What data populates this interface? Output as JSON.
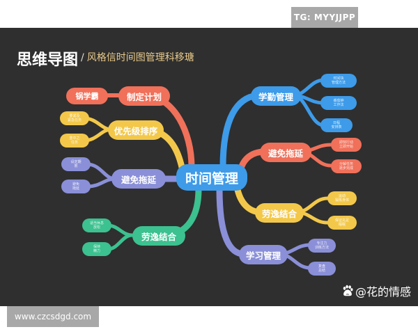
{
  "watermark_top": "TG: MYYJJPP",
  "watermark_bottom": "www.czcsdgd.com",
  "header": {
    "title": "思维导图",
    "separator": "/",
    "subtitle": "风格信时间图管理科移瑭"
  },
  "colors": {
    "background": "#2f2f2f",
    "blue": "#3d9be9",
    "red": "#f0705a",
    "yellow": "#f3c84a",
    "purple": "#8a8fd8",
    "green": "#3cc190",
    "subtitle": "#e8c98a"
  },
  "center": {
    "label": "时间管理",
    "color": "#3d9be9"
  },
  "branches": [
    {
      "id": "plan",
      "label": "制定计划",
      "color": "#f0705a",
      "leaves": [
        {
          "label": "锅学霸"
        }
      ]
    },
    {
      "id": "priority",
      "label": "优先级排序",
      "color": "#f3c84a",
      "leaves": [
        {
          "label": "要紧及",
          "sub": "紧急任务"
        },
        {
          "label": "重中之",
          "sub": "任务"
        }
      ]
    },
    {
      "id": "avoid-left",
      "label": "避免拖延",
      "color": "#8a8fd8",
      "leaves": [
        {
          "label": "设定期",
          "sub": "限"
        },
        {
          "label": "避免",
          "sub": "拖延"
        }
      ]
    },
    {
      "id": "balance-left",
      "label": "劳逸结合",
      "color": "#3cc190",
      "leaves": [
        {
          "label": "适当休息",
          "sub": "放松"
        },
        {
          "label": "保持",
          "sub": "精力"
        }
      ]
    },
    {
      "id": "study",
      "label": "学勤管理",
      "color": "#3d9be9",
      "leaves": [
        {
          "label": "时间块",
          "sub": "管理方法"
        },
        {
          "label": "番茄钟",
          "sub": "工作法"
        },
        {
          "label": "日程",
          "sub": "安排表"
        }
      ]
    },
    {
      "id": "avoid-right",
      "label": "避免拖延",
      "color": "#f0705a",
      "leaves": [
        {
          "label": "即刻行动",
          "sub": "立即开始"
        },
        {
          "label": "分解任务",
          "sub": "逐步完成"
        }
      ]
    },
    {
      "id": "balance-right",
      "label": "劳逸结合",
      "color": "#f3c84a",
      "leaves": [
        {
          "label": "运动",
          "sub": "锻炼身体"
        },
        {
          "label": "保证充足",
          "sub": "睡眠"
        }
      ]
    },
    {
      "id": "learn",
      "label": "学习管理",
      "color": "#8a8fd8",
      "leaves": [
        {
          "label": "专注力",
          "sub": "训练方法"
        },
        {
          "label": "复盘",
          "sub": "总结"
        }
      ]
    }
  ],
  "credit": {
    "label": "@花的情感",
    "icon": "baidu-paw-icon"
  }
}
